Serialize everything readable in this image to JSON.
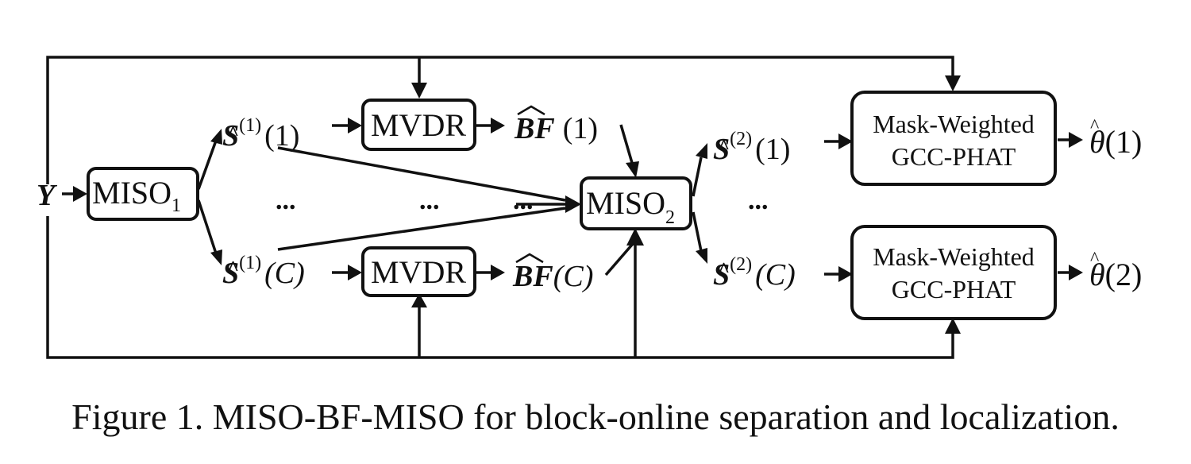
{
  "diagram": {
    "input": "Y",
    "stage1": {
      "name": "MISO",
      "sub": "1"
    },
    "stage2": {
      "name": "MISO",
      "sub": "2"
    },
    "beamformer": "MVDR",
    "localizer": {
      "line1": "Mask-Weighted",
      "line2": "GCC-PHAT"
    },
    "ellipsis": "...",
    "s1_first": {
      "sym": "S",
      "sup": "(1)",
      "arg": "(1)"
    },
    "s1_last": {
      "sym": "S",
      "sup": "(1)",
      "arg": "(C)"
    },
    "bf_first": {
      "sym": "BF",
      "arg": "(1)"
    },
    "bf_last": {
      "sym": "BF",
      "arg": "(C)"
    },
    "s2_first": {
      "sym": "S",
      "sup": "(2)",
      "arg": "(1)"
    },
    "s2_last": {
      "sym": "S",
      "sup": "(2)",
      "arg": "(C)"
    },
    "theta_first": {
      "sym": "θ",
      "arg": "(1)"
    },
    "theta_second": {
      "sym": "θ",
      "arg": "(2)"
    }
  },
  "caption": "Figure 1. MISO-BF-MISO for block-online separation and localization."
}
